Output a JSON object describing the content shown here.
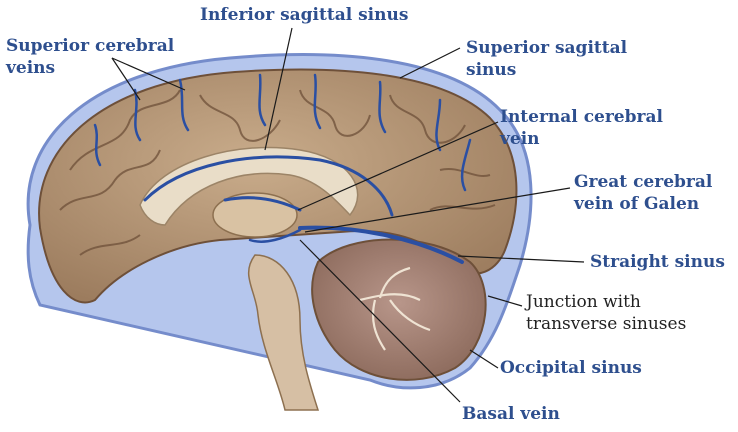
{
  "colors": {
    "label_blue": "#2E4F8E",
    "label_black": "#222222",
    "dura": "#8FA6DA",
    "dura_edge": "#5D79C2",
    "cortex": "#B49676",
    "cortex_dark": "#6E5039",
    "vein": "#2A4FA3",
    "cerebellum": "#A07F6F",
    "white_matter": "#E9DDC8",
    "leader": "#1A1A1A"
  },
  "labels": {
    "inferior_sagittal_sinus": "Inferior sagittal sinus",
    "superior_cerebral_veins_l1": "Superior cerebral",
    "superior_cerebral_veins_l2": "veins",
    "superior_sagittal_sinus_l1": "Superior sagittal",
    "superior_sagittal_sinus_l2": "sinus",
    "internal_cerebral_vein_l1": "Internal cerebral",
    "internal_cerebral_vein_l2": "vein",
    "great_cerebral_vein_l1": "Great cerebral",
    "great_cerebral_vein_l2": "vein of Galen",
    "straight_sinus": "Straight sinus",
    "junction_l1": "Junction with",
    "junction_l2": "transverse sinuses",
    "occipital_sinus": "Occipital sinus",
    "basal_vein": "Basal vein"
  }
}
